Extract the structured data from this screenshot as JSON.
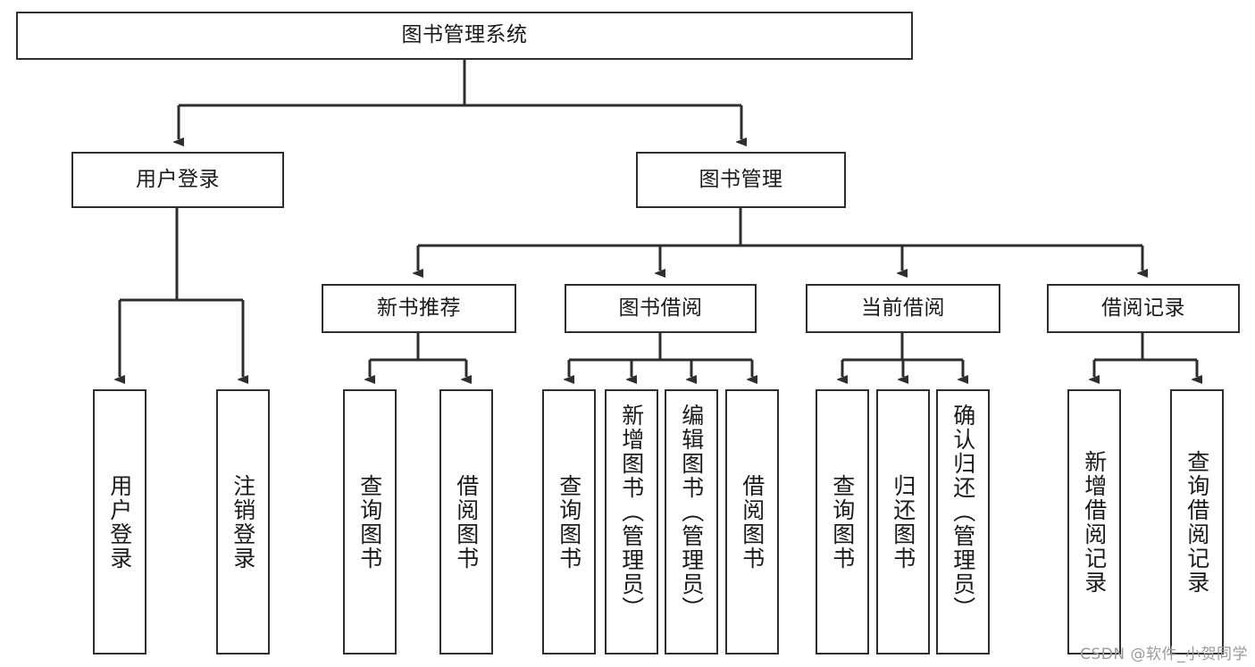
{
  "diagram": {
    "title": "图书管理系统",
    "root": {
      "id": "root",
      "label": "图书管理系统"
    },
    "level1": [
      {
        "id": "user-login",
        "label": "用户登录"
      },
      {
        "id": "book-manage",
        "label": "图书管理"
      }
    ],
    "level2": [
      {
        "id": "new-book-recommend",
        "label": "新书推荐"
      },
      {
        "id": "book-borrow",
        "label": "图书借阅"
      },
      {
        "id": "current-borrow",
        "label": "当前借阅"
      },
      {
        "id": "borrow-record",
        "label": "借阅记录"
      }
    ],
    "leaves": {
      "user_login": [
        {
          "id": "leaf-user-login",
          "label": "用户登录"
        },
        {
          "id": "leaf-logout-login",
          "label": "注销登录"
        }
      ],
      "new_book_recommend": [
        {
          "id": "leaf-query-book-1",
          "label": "查询图书"
        },
        {
          "id": "leaf-borrow-book-1",
          "label": "借阅图书"
        }
      ],
      "book_borrow": [
        {
          "id": "leaf-query-book-2",
          "label": "查询图书"
        },
        {
          "id": "leaf-add-book",
          "label": "新增图书（管理员）"
        },
        {
          "id": "leaf-edit-book",
          "label": "编辑图书（管理员）"
        },
        {
          "id": "leaf-borrow-book-2",
          "label": "借阅图书"
        }
      ],
      "current_borrow": [
        {
          "id": "leaf-query-book-3",
          "label": "查询图书"
        },
        {
          "id": "leaf-return-book",
          "label": "归还图书"
        },
        {
          "id": "leaf-confirm-return",
          "label": "确认归还（管理员）"
        }
      ],
      "borrow_record": [
        {
          "id": "leaf-add-record",
          "label": "新增借阅记录"
        },
        {
          "id": "leaf-query-record",
          "label": "查询借阅记录"
        }
      ]
    }
  },
  "watermark": {
    "text": "CSDN @软件_小贺同学"
  },
  "colors": {
    "stroke": "#2e2e2e",
    "background": "#ffffff",
    "text": "#1a1a1a",
    "watermark": "#9a9a9a"
  }
}
